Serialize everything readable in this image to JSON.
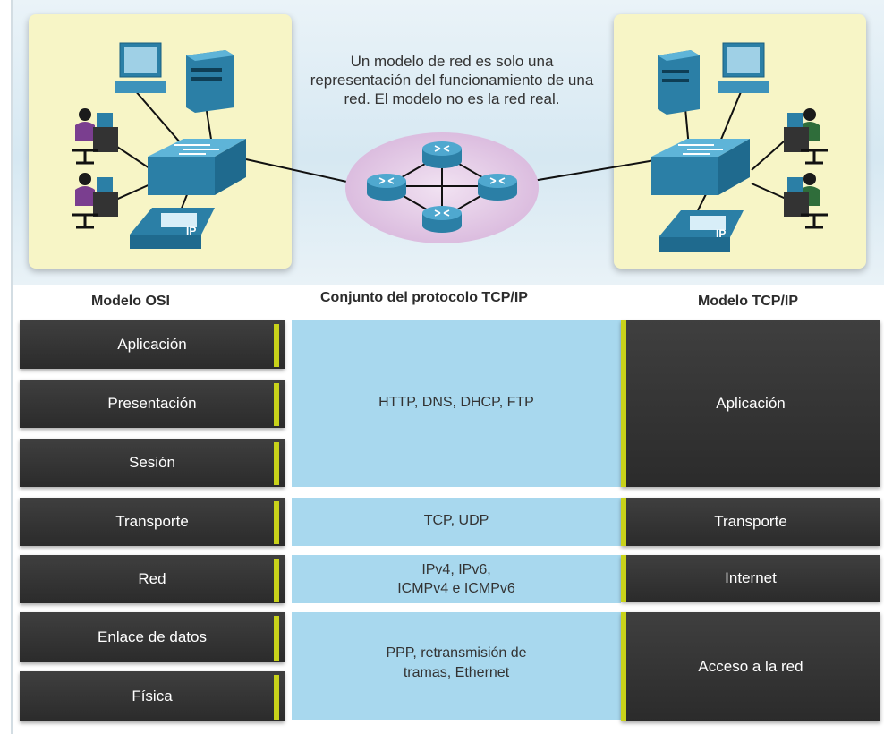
{
  "note": "Un modelo de red es solo una representación del funcionamiento de una red. El modelo no es la red real.",
  "headings": {
    "osi": "Modelo OSI",
    "suite": "Conjunto del protocolo TCP/IP",
    "tcpip": "Modelo TCP/IP"
  },
  "osi_layers": [
    "Aplicación",
    "Presentación",
    "Sesión",
    "Transporte",
    "Red",
    "Enlace de datos",
    "Física"
  ],
  "protocols": {
    "application": "HTTP, DNS, DHCP, FTP",
    "transport": "TCP, UDP",
    "network_line1": "IPv4, IPv6,",
    "network_line2": "ICMPv4 e ICMPv6",
    "link_line1": "PPP, retransmisión de",
    "link_line2": "tramas, Ethernet"
  },
  "tcpip_layers": [
    "Aplicación",
    "Transporte",
    "Internet",
    "Acceso a la red"
  ],
  "phone_label": "IP",
  "colors": {
    "layer_bg": "#2f2f2f",
    "accent_bar": "#c8d21a",
    "mid_band": "#a8d8ee",
    "panel": "#f7f5c6",
    "device_blue": "#2b7fa6"
  }
}
